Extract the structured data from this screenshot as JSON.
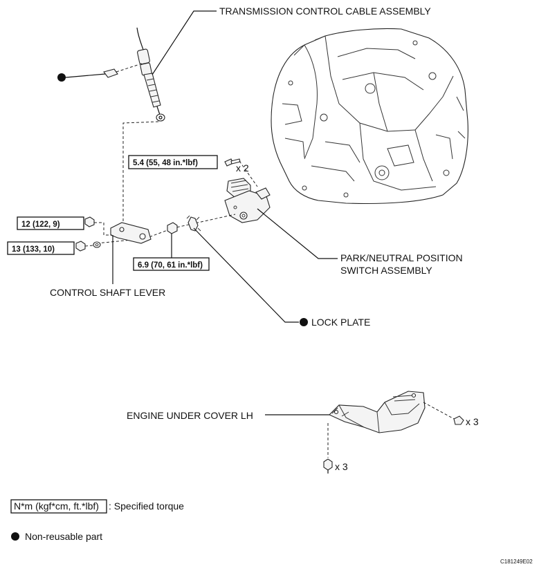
{
  "labels": {
    "transmission_cable": "TRANSMISSION CONTROL CABLE ASSEMBLY",
    "pn_switch_line1": "PARK/NEUTRAL POSITION",
    "pn_switch_line2": "SWITCH ASSEMBLY",
    "control_shaft_lever": "CONTROL SHAFT LEVER",
    "lock_plate": "LOCK PLATE",
    "engine_under_cover": "ENGINE UNDER COVER LH"
  },
  "torques": {
    "switch_bolt": "5.4 (55, 48 in.*lbf)",
    "lever_nut_upper": "12 (122, 9)",
    "lever_nut_lower": "13 (133, 10)",
    "shaft_nut": "6.9 (70, 61 in.*lbf)"
  },
  "quantities": {
    "switch_bolts": "x 2",
    "cover_clip_right": "x 3",
    "cover_clip_bottom": "x 3"
  },
  "legend": {
    "torque_box": "N*m (kgf*cm, ft.*lbf)",
    "torque_text": ": Specified torque",
    "nonreusable_text": "Non-reusable part"
  },
  "figure_code": "C181249E02",
  "colors": {
    "ink": "#111111",
    "background": "#ffffff"
  }
}
